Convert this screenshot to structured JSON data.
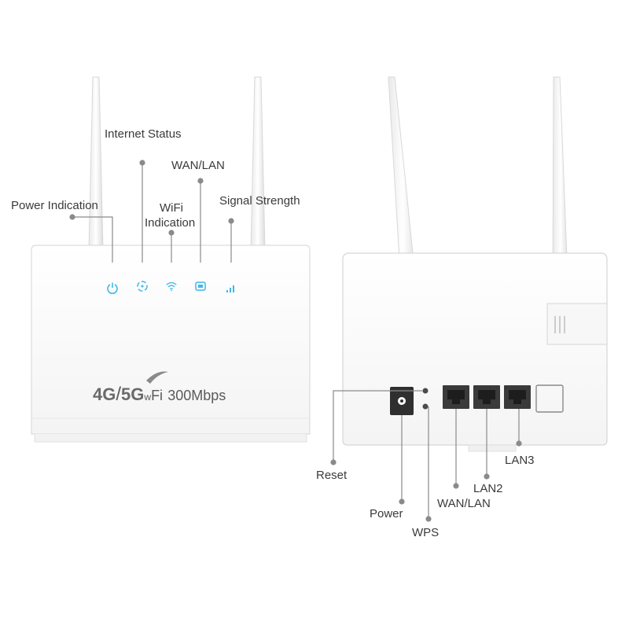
{
  "front": {
    "labels": {
      "internet_status": "Internet Status",
      "wan_lan": "WAN/LAN",
      "power_indication": "Power Indication",
      "wifi_indication_line1": "WiFi",
      "wifi_indication_line2": "Indication",
      "signal_strength": "Signal Strength"
    },
    "brand": {
      "g4": "4G",
      "slash": "/",
      "g5": "5G",
      "wifi_w": "w",
      "wifi_rest": "Fi",
      "speed": "300Mbps"
    },
    "led_color": "#3fb8e8",
    "icons": [
      "power-icon",
      "globe-icon",
      "wifi-icon",
      "lan-icon",
      "signal-icon"
    ]
  },
  "back": {
    "labels": {
      "reset": "Reset",
      "power": "Power",
      "wps": "WPS",
      "wan_lan": "WAN/LAN",
      "lan2": "LAN2",
      "lan3": "LAN3"
    }
  }
}
